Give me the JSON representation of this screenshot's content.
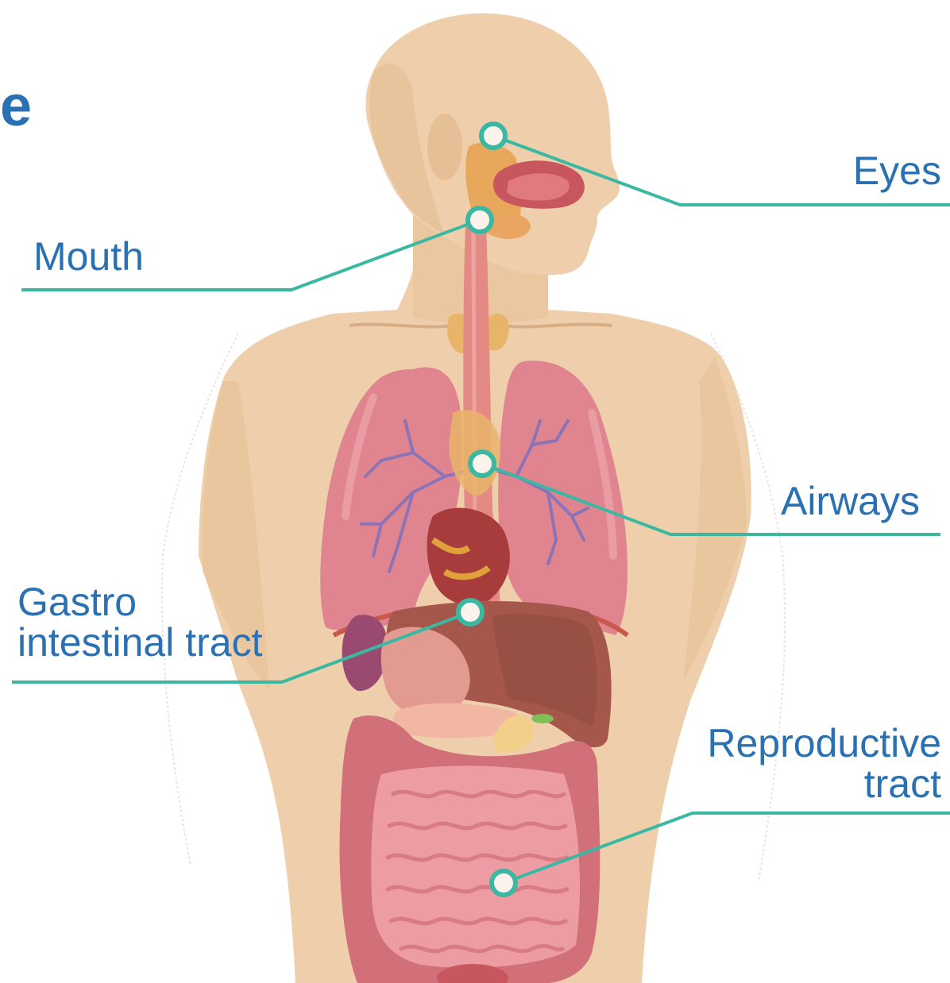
{
  "title_fragment": "e",
  "labels": {
    "eyes": "Eyes",
    "mouth": "Mouth",
    "airways": "Airways",
    "gastro_line1": "Gastro",
    "gastro_line2": "intestinal tract",
    "repro_line1": "Reproductive",
    "repro_line2": "tract"
  },
  "colors": {
    "label_text": "#2a71b4",
    "leader_line": "#3bb8a2",
    "skin": "#efcfab",
    "lungs": "#e0858f",
    "intestines": "#dd7f86",
    "liver": "#a5574c"
  }
}
